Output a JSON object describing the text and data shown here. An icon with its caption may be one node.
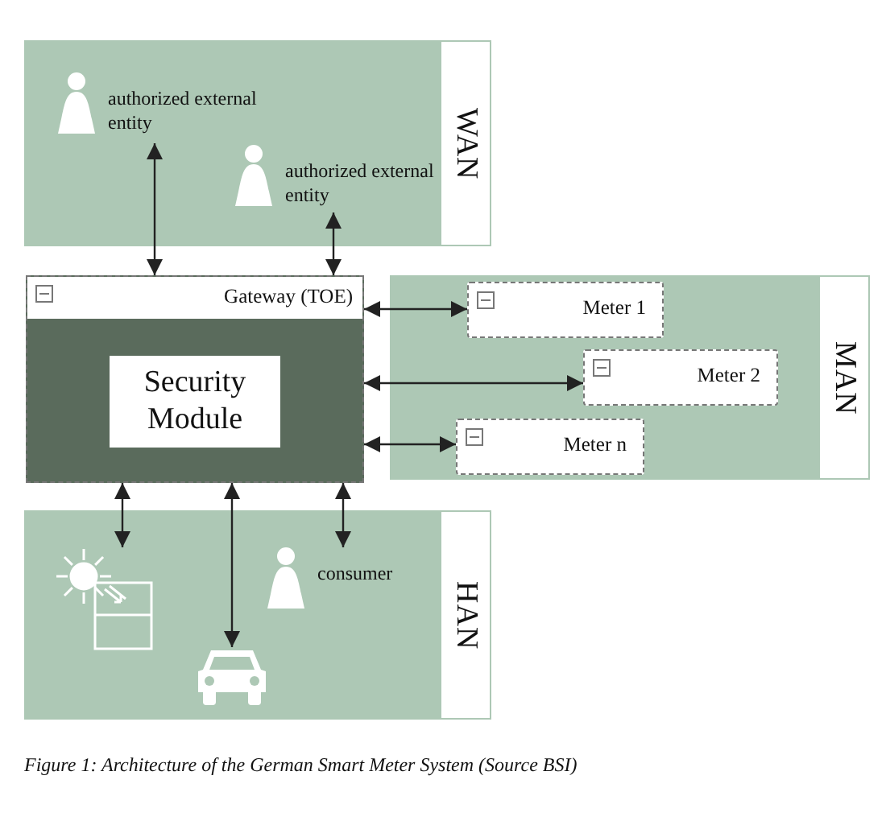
{
  "diagram": {
    "caption": "Figure 1: Architecture of the German Smart Meter System (Source BSI)",
    "nodes": [
      {
        "text": [
          "WAN"
        ]
      },
      {
        "text": [
          "authorized external entity"
        ],
        "in": 0
      },
      {
        "text": [
          "authorized external entity"
        ],
        "in": 0
      },
      {
        "text": [
          "Gateway (TOE)"
        ]
      },
      {
        "text": [
          "Security Module"
        ],
        "in": 3
      },
      {
        "text": [
          "MAN"
        ]
      },
      {
        "text": [
          "Meter 1"
        ],
        "in": 5
      },
      {
        "text": [
          "Meter 2"
        ],
        "in": 5
      },
      {
        "text": [
          "Meter n"
        ],
        "in": 5
      },
      {
        "text": [
          "HAN"
        ]
      },
      {
        "text": [],
        "shape": "picture",
        "in": 9
      },
      {
        "text": [],
        "shape": "picture",
        "in": 9
      },
      {
        "text": [
          "consumer"
        ],
        "in": 9
      }
    ],
    "edges": [
      {
        "from": 1,
        "to": 3,
        "arrow": "both"
      },
      {
        "from": 2,
        "to": 3,
        "arrow": "both"
      },
      {
        "from": 3,
        "to": 6,
        "arrow": "both"
      },
      {
        "from": 3,
        "to": 7,
        "arrow": "both"
      },
      {
        "from": 3,
        "to": 8,
        "arrow": "both"
      },
      {
        "from": 3,
        "to": 10,
        "arrow": "both"
      },
      {
        "from": 3,
        "to": 11,
        "arrow": "both"
      },
      {
        "from": 3,
        "to": 12,
        "arrow": "both"
      }
    ]
  }
}
